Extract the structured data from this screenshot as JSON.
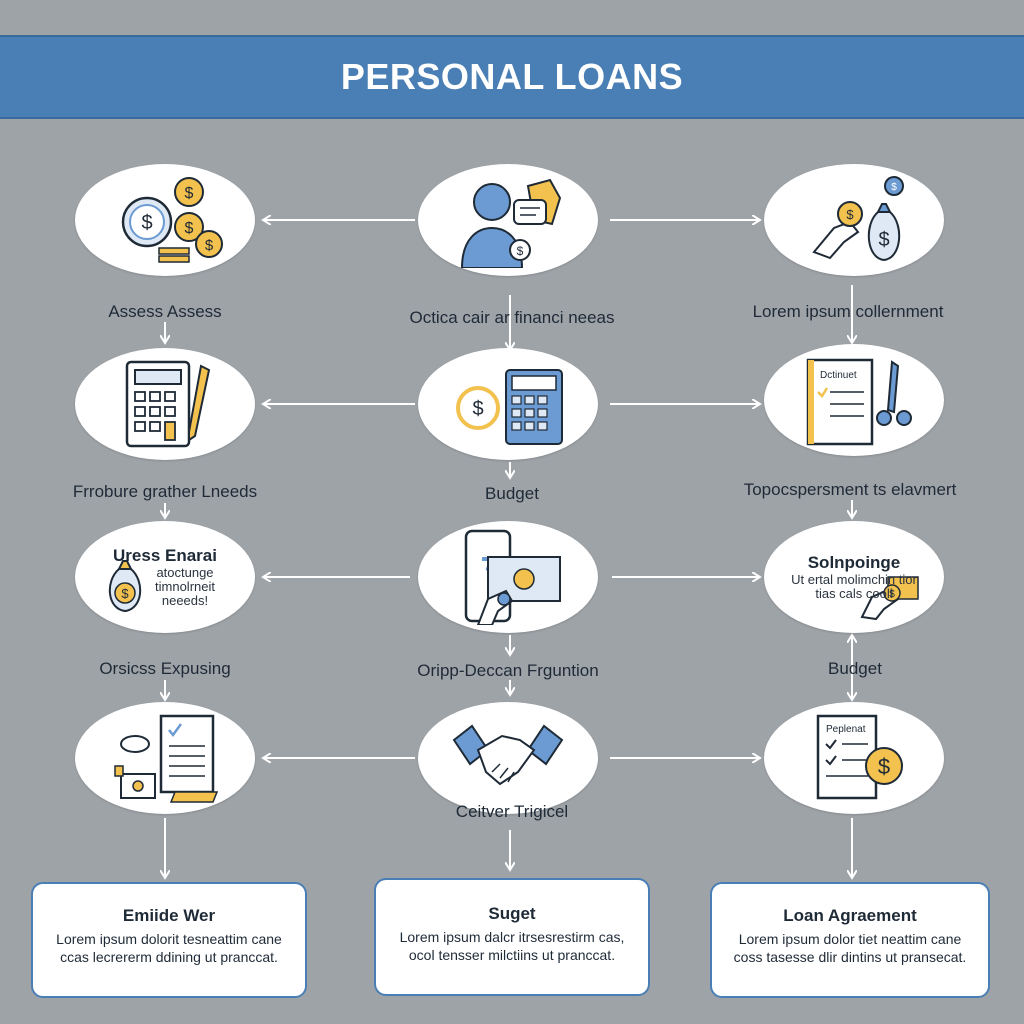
{
  "header": {
    "title": "PERSONAL LOANS"
  },
  "colors": {
    "background": "#9ea3a8",
    "banner": "#4a7fb5",
    "accent_gold": "#f2c14e",
    "accent_blue": "#6b9bd2",
    "line": "#ffffff"
  },
  "nodes": {
    "r1c1": {
      "icon": "coins-icon"
    },
    "r1c2": {
      "icon": "advisor-icon"
    },
    "r1c3": {
      "icon": "money-bag-icon"
    },
    "r2c1": {
      "icon": "calculator-pencil-icon"
    },
    "r2c2": {
      "icon": "budget-calculator-icon"
    },
    "r2c3": {
      "icon": "document-pen-icon"
    },
    "r3c1": {
      "title": "Uress Enarai",
      "lines": [
        "atoctunge",
        "timnolrneit",
        "neeeds!"
      ],
      "icon": "money-bag-icon"
    },
    "r3c2": {
      "icon": "card-payment-icon"
    },
    "r3c3": {
      "title": "Solnpoinge",
      "lines": [
        "Ut ertal molimchin tior",
        "tias cals cooll"
      ],
      "icon": "cash-hand-icon"
    },
    "r4c1": {
      "icon": "checklist-icon"
    },
    "r4c2": {
      "icon": "handshake-icon"
    },
    "r4c3": {
      "title": "Peplenat",
      "icon": "agreement-icon"
    }
  },
  "labels": {
    "r1c1": "Assess Assess",
    "r1c2": "Octica cair ar financi neeas",
    "r1c3": "Lorem ipsum collernment",
    "r2c1": "Frrobure grather Lneeds",
    "r2c2": "Budget",
    "r2c3": "Topocspersment ts elavmert",
    "r3c1": "Orsicss Expusing",
    "r3c2": "Oripp-Deccan Frguntion",
    "r3c3": "Budget",
    "r4c2": "Ceitver Trigicel",
    "doc_r2c3": "Dctinuet"
  },
  "cards": [
    {
      "title": "Emiide Wer",
      "body": "Lorem ipsum dolorit tesneattim cane ccas lecrererm ddining ut pranccat."
    },
    {
      "title": "Suget",
      "body": "Lorem ipsum dalcr itrsesrestirm cas, ocol tensser milctiins ut pranccat."
    },
    {
      "title": "Loan Agraement",
      "body": "Lorem ipsum dolor tiet neattim cane coss tasesse dlir dintins ut pransecat."
    }
  ]
}
